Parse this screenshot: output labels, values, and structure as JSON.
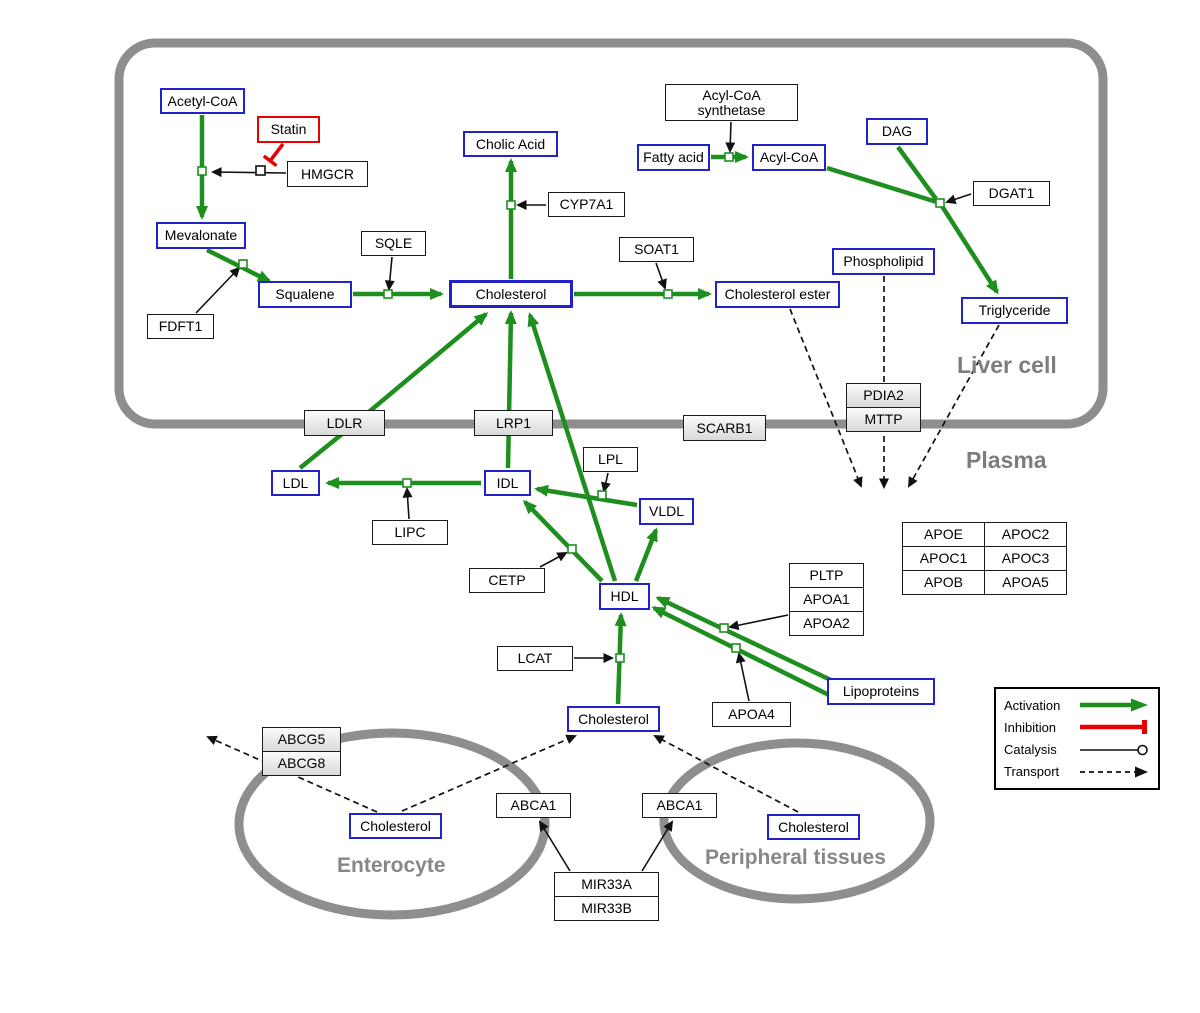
{
  "regions": {
    "liver": "Liver cell",
    "plasma": "Plasma",
    "enterocyte": "Enterocyte",
    "peripheral": "Peripheral tissues"
  },
  "nodes": {
    "acetyl_coa": "Acetyl-CoA",
    "statin": "Statin",
    "hmgcr": "HMGCR",
    "mevalonate": "Mevalonate",
    "sqle": "SQLE",
    "squalene": "Squalene",
    "fdft1": "FDFT1",
    "cholic_acid": "Cholic Acid",
    "cyp7a1": "CYP7A1",
    "cholesterol_liver": "Cholesterol",
    "soat1": "SOAT1",
    "cholesterol_ester": "Cholesterol ester",
    "acyl_coa_synthetase": "Acyl-CoA synthetase",
    "fatty_acid": "Fatty acid",
    "acyl_coa": "Acyl-CoA",
    "dag": "DAG",
    "dgat1": "DGAT1",
    "phospholipid": "Phospholipid",
    "triglyceride": "Triglyceride",
    "ldlr": "LDLR",
    "lrp1": "LRP1",
    "scarb1": "SCARB1",
    "pdia2": "PDIA2",
    "mttp": "MTTP",
    "ldl": "LDL",
    "idl": "IDL",
    "lipc": "LIPC",
    "lpl": "LPL",
    "vldl": "VLDL",
    "cetp": "CETP",
    "hdl": "HDL",
    "pltp": "PLTP",
    "apoa1": "APOA1",
    "apoa2": "APOA2",
    "lcat": "LCAT",
    "apoa4": "APOA4",
    "lipoproteins": "Lipoproteins",
    "cholesterol_plasma": "Cholesterol",
    "abcg5": "ABCG5",
    "abcg8": "ABCG8",
    "cholesterol_enterocyte": "Cholesterol",
    "abca1_enterocyte": "ABCA1",
    "abca1_peripheral": "ABCA1",
    "cholesterol_peripheral": "Cholesterol",
    "mir33a": "MIR33A",
    "mir33b": "MIR33B"
  },
  "apo_table": {
    "rows": [
      [
        "APOE",
        "APOC2"
      ],
      [
        "APOC1",
        "APOC3"
      ],
      [
        "APOB",
        "APOA5"
      ]
    ]
  },
  "legend": {
    "items": [
      {
        "label": "Activation",
        "type": "activation"
      },
      {
        "label": "Inhibition",
        "type": "inhibition"
      },
      {
        "label": "Catalysis",
        "type": "catalysis"
      },
      {
        "label": "Transport",
        "type": "transport"
      }
    ]
  },
  "colors": {
    "activation": "#1e8f1e",
    "inhibition": "#e60000",
    "catalysis": "#111111",
    "transport": "#111111",
    "metabolite_border": "#2222cc",
    "compartment": "#8e8e8e"
  }
}
